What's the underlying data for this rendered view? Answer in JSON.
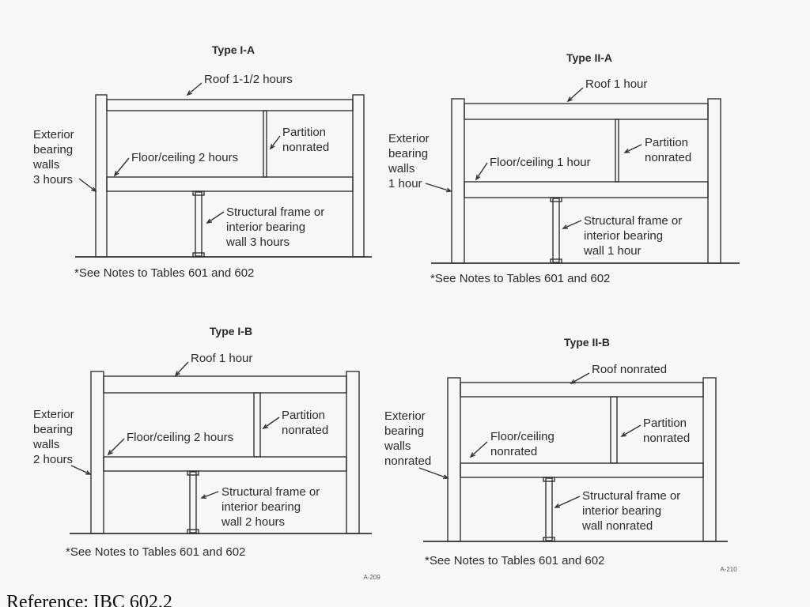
{
  "diagrams": [
    {
      "type_label": "Type I-A",
      "roof": "Roof 1-1/2 hours",
      "exterior": [
        "Exterior",
        "bearing",
        "walls",
        "3 hours"
      ],
      "floor": [
        "Floor/ceiling 2 hours"
      ],
      "partition": [
        "Partition",
        "nonrated"
      ],
      "frame": [
        "Structural frame or",
        "interior bearing",
        "wall 3 hours"
      ],
      "note": "*See Notes to Tables 601 and 602"
    },
    {
      "type_label": "Type II-A",
      "roof": "Roof 1 hour",
      "exterior": [
        "Exterior",
        "bearing",
        "walls",
        "1 hour"
      ],
      "floor": [
        "Floor/ceiling 1 hour"
      ],
      "partition": [
        "Partition",
        "nonrated"
      ],
      "frame": [
        "Structural frame or",
        "interior bearing",
        "wall 1 hour"
      ],
      "note": "*See Notes to Tables 601 and 602"
    },
    {
      "type_label": "Type I-B",
      "roof": "Roof 1 hour",
      "exterior": [
        "Exterior",
        "bearing",
        "walls",
        "2 hours"
      ],
      "floor": [
        "Floor/ceiling 2 hours"
      ],
      "partition": [
        "Partition",
        "nonrated"
      ],
      "frame": [
        "Structural frame or",
        "interior bearing",
        "wall 2 hours"
      ],
      "note": "*See Notes to Tables 601 and 602"
    },
    {
      "type_label": "Type II-B",
      "roof": "Roof nonrated",
      "exterior": [
        "Exterior",
        "bearing",
        "walls",
        "nonrated"
      ],
      "floor": [
        "Floor/ceiling",
        "nonrated"
      ],
      "partition": [
        "Partition",
        "nonrated"
      ],
      "frame": [
        "Structural frame or",
        "interior bearing",
        "wall nonrated"
      ],
      "note": "*See Notes to Tables 601 and 602"
    }
  ],
  "page_codes": [
    "A-209",
    "A-210"
  ],
  "reference": "Reference: IBC 602.2"
}
